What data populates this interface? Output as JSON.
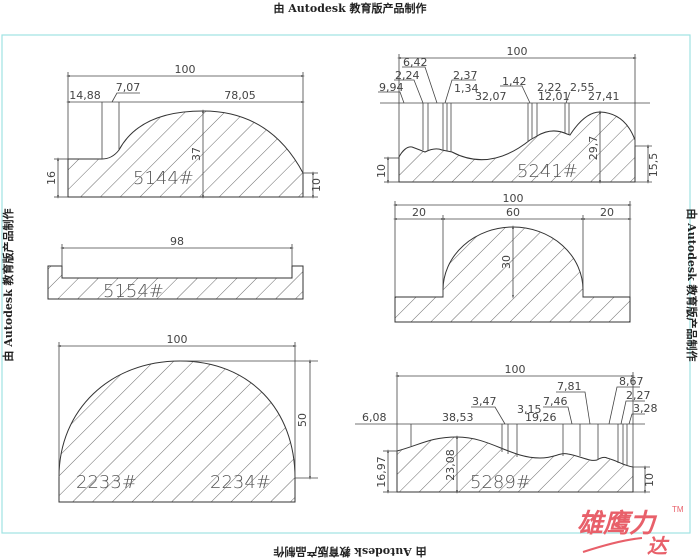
{
  "watermark": {
    "text": "由 Autodesk 教育版产品制作"
  },
  "logo": {
    "text_main": "雄鹰力",
    "text_sub": "达",
    "tm": "TM"
  },
  "colors": {
    "frame": "#9fe3e3",
    "lines": "#444444",
    "logo": "#e8606a"
  },
  "profile_5144": {
    "code": "5144#",
    "overall": "100",
    "seg1": "14,88",
    "seg2": "7,07",
    "seg3": "78,05",
    "height": "37",
    "left_height": "16",
    "right_height": "10"
  },
  "profile_5154": {
    "code": "5154#",
    "inner_width": "98"
  },
  "profile_2233": {
    "code_left": "2233#",
    "code_right": "2234#",
    "overall": "100",
    "height": "50"
  },
  "profile_5241": {
    "code": "5241#",
    "overall": "100",
    "d1": "9,94",
    "d2": "2,24",
    "d3": "6,42",
    "d4": "2,37",
    "d5": "1,34",
    "d6": "32,07",
    "d7": "1,42",
    "d8": "2,22",
    "d9": "12,01",
    "d10": "2,55",
    "d11": "27,41",
    "height": "29,7",
    "left_height": "10",
    "right_height": "15,5"
  },
  "profile_arch": {
    "overall": "100",
    "left": "20",
    "middle": "60",
    "right": "20",
    "height": "30"
  },
  "profile_5289": {
    "code": "5289#",
    "overall": "100",
    "d1": "6,08",
    "d2": "38,53",
    "d3": "3,47",
    "d4": "3,15",
    "d5": "19,26",
    "d6": "7,46",
    "d7": "7,81",
    "d8": "8,67",
    "d9": "2,27",
    "d10": "3,28",
    "height": "23,08",
    "left_height": "16,97",
    "right_height": "10"
  }
}
